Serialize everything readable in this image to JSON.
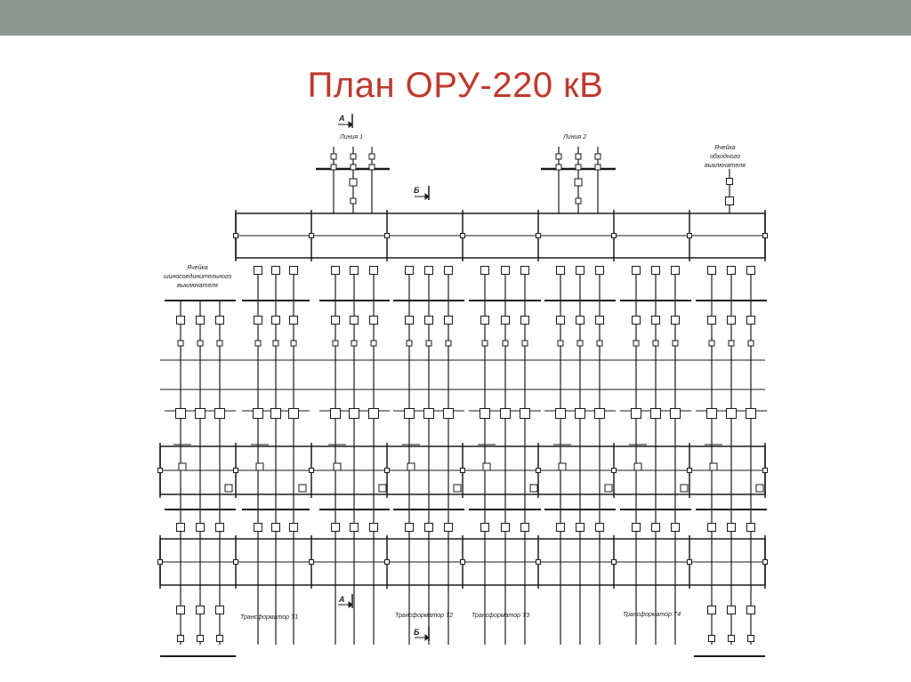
{
  "slide": {
    "title": "План ОРУ-220 кВ"
  },
  "labels": {
    "line1": "Линия 1",
    "line2": "Линия 2",
    "bypass_cell": [
      "Ячейка",
      "обходного",
      "выключателя"
    ],
    "bus_coupler_cell": [
      "Ячейка",
      "шиносоединительного",
      "выключателя"
    ],
    "t1": "Трансформатор Т1",
    "t2": "Трансформатор Т2",
    "t3": "Трансформатор Т3",
    "t4": "Трансформатор Т4",
    "section_a": "А",
    "section_b": "Б"
  },
  "colors": {
    "accent": "#c0392b",
    "band": "#8a9890",
    "ink": "#1a1a1a"
  }
}
